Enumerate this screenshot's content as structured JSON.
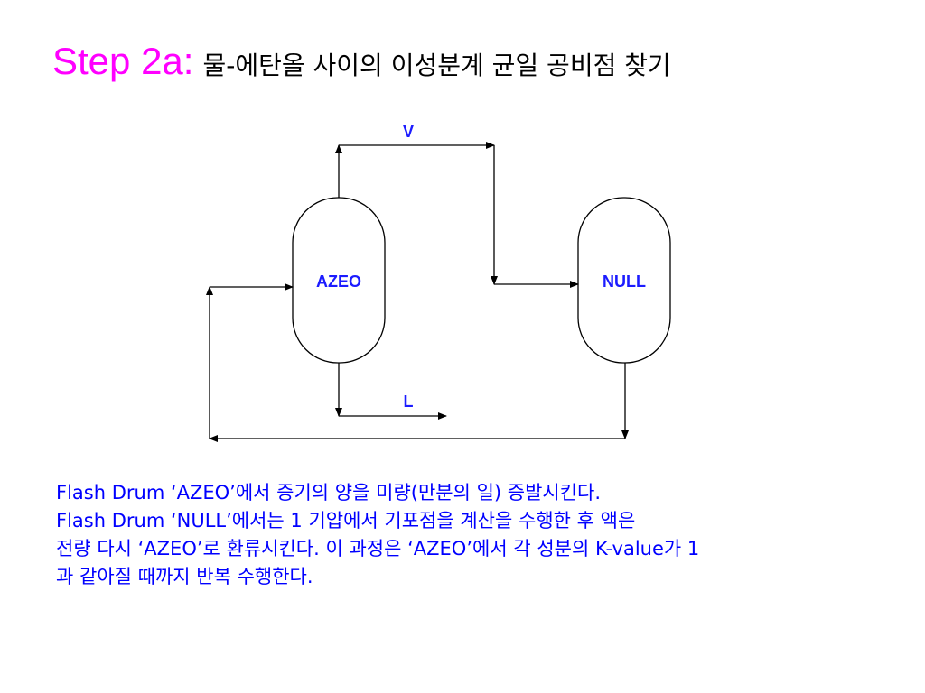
{
  "title": {
    "step": "Step 2a:",
    "text": "물-에탄올 사이의 이성분계 균일 공비점 찾기"
  },
  "diagram": {
    "vessels": [
      {
        "id": "azeo",
        "label": "AZEO"
      },
      {
        "id": "null",
        "label": "NULL"
      }
    ],
    "streams": [
      {
        "id": "vapor",
        "label": "V"
      },
      {
        "id": "liquid",
        "label": "L"
      }
    ]
  },
  "description": {
    "lines": [
      "Flash Drum ‘AZEO’에서 증기의 양을 미량(만분의 일) 증발시킨다.",
      "Flash Drum ‘NULL’에서는 1 기압에서 기포점을 계산을 수행한 후 액은",
      "전량 다시 ‘AZEO’로 환류시킨다. 이 과정은 ‘AZEO’에서 각 성분의 K-value가 1",
      "과 같아질 때까지 반복 수행한다."
    ]
  },
  "colors": {
    "title_accent": "#ff00ff",
    "text_blue": "#0000ff",
    "label_blue": "#1c1cff",
    "line": "#000000"
  }
}
